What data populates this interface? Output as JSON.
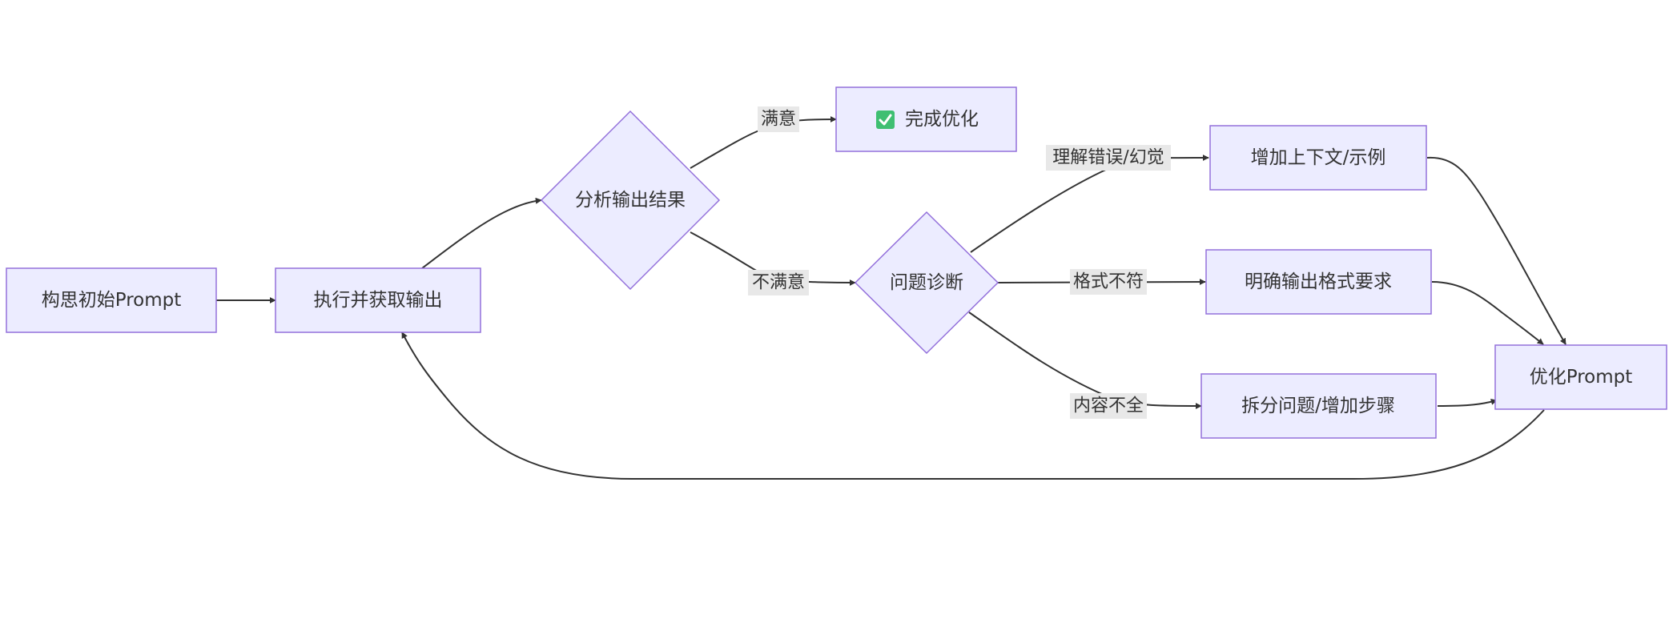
{
  "nodes": {
    "start": {
      "label": "构思初始Prompt"
    },
    "execute": {
      "label": "执行并获取输出"
    },
    "analyze": {
      "label": "分析输出结果"
    },
    "done": {
      "label": "完成优化",
      "icon": "check-mark-icon",
      "icon_color": "#3fbf72"
    },
    "diagnose": {
      "label": "问题诊断"
    },
    "add_context": {
      "label": "增加上下文/示例"
    },
    "clarify_format": {
      "label": "明确输出格式要求"
    },
    "split_steps": {
      "label": "拆分问题/增加步骤"
    },
    "optimize": {
      "label": "优化Prompt"
    }
  },
  "edges": {
    "satisfied": {
      "label": "满意"
    },
    "unsatisfied": {
      "label": "不满意"
    },
    "misunderstanding": {
      "label": "理解错误/幻觉"
    },
    "format_mismatch": {
      "label": "格式不符"
    },
    "incomplete": {
      "label": "内容不全"
    }
  },
  "colors": {
    "node_fill": "#ececff",
    "node_stroke": "#9370db",
    "edge": "#333333",
    "label_bg": "#e8e8e8"
  }
}
